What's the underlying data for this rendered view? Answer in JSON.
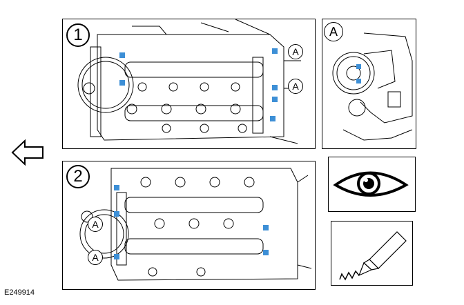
{
  "colors": {
    "marker": "#3d8fd6",
    "line": "#000000",
    "background": "#ffffff"
  },
  "panel1": {
    "step": "1",
    "callouts": [
      "A",
      "A"
    ]
  },
  "panel2": {
    "step": "2",
    "callouts": [
      "A",
      "A"
    ]
  },
  "detail": {
    "label": "A"
  },
  "icons": [
    "left-arrow-icon",
    "eye-icon",
    "sealant-tube-icon"
  ],
  "reference": "E249914"
}
